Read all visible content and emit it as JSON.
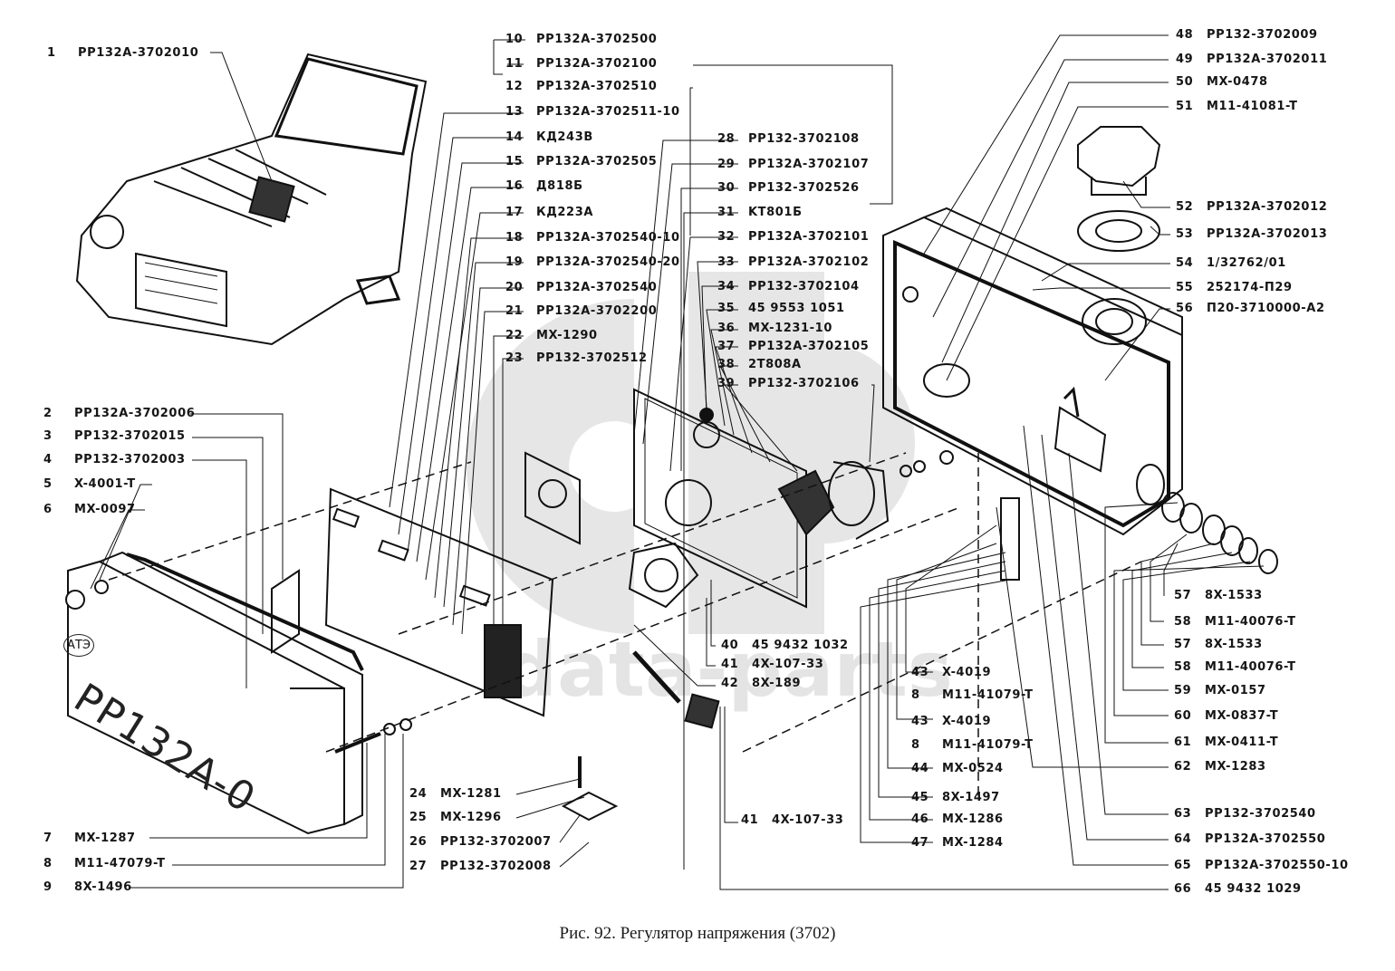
{
  "figure": {
    "caption": "Рис. 92. Регулятор напряжения (3702)",
    "watermark": "data-parts",
    "cover_marking": "PP132A-0",
    "cover_logo": "АТЭ"
  },
  "parts": [
    {
      "id": "p1",
      "num": "1",
      "code": "PP132A-3702010"
    },
    {
      "id": "p2",
      "num": "2",
      "code": "PP132A-3702006"
    },
    {
      "id": "p3",
      "num": "3",
      "code": "PP132-3702015"
    },
    {
      "id": "p4",
      "num": "4",
      "code": "PP132-3702003"
    },
    {
      "id": "p5",
      "num": "5",
      "code": "X-4001-T"
    },
    {
      "id": "p6",
      "num": "6",
      "code": "MX-0097"
    },
    {
      "id": "p7",
      "num": "7",
      "code": "MX-1287"
    },
    {
      "id": "p8",
      "num": "8",
      "code": "M11-47079-T"
    },
    {
      "id": "p9",
      "num": "9",
      "code": "8X-1496"
    },
    {
      "id": "p10",
      "num": "10",
      "code": "PP132A-3702500"
    },
    {
      "id": "p11",
      "num": "11",
      "code": "PP132A-3702100"
    },
    {
      "id": "p12",
      "num": "12",
      "code": "PP132A-3702510"
    },
    {
      "id": "p13",
      "num": "13",
      "code": "PP132A-3702511-10"
    },
    {
      "id": "p14",
      "num": "14",
      "code": "КД243В"
    },
    {
      "id": "p15",
      "num": "15",
      "code": "PP132A-3702505"
    },
    {
      "id": "p16",
      "num": "16",
      "code": "Д818Б"
    },
    {
      "id": "p17",
      "num": "17",
      "code": "КД223А"
    },
    {
      "id": "p18",
      "num": "18",
      "code": "PP132A-3702540-10"
    },
    {
      "id": "p19",
      "num": "19",
      "code": "PP132A-3702540-20"
    },
    {
      "id": "p20",
      "num": "20",
      "code": "PP132A-3702540"
    },
    {
      "id": "p21",
      "num": "21",
      "code": "PP132A-3702200"
    },
    {
      "id": "p22",
      "num": "22",
      "code": "MX-1290"
    },
    {
      "id": "p23",
      "num": "23",
      "code": "PP132-3702512"
    },
    {
      "id": "p24",
      "num": "24",
      "code": "MX-1281"
    },
    {
      "id": "p25",
      "num": "25",
      "code": "MX-1296"
    },
    {
      "id": "p26",
      "num": "26",
      "code": "PP132-3702007"
    },
    {
      "id": "p27",
      "num": "27",
      "code": "PP132-3702008"
    },
    {
      "id": "p28",
      "num": "28",
      "code": "PP132-3702108"
    },
    {
      "id": "p29",
      "num": "29",
      "code": "PP132A-3702107"
    },
    {
      "id": "p30",
      "num": "30",
      "code": "PP132-3702526"
    },
    {
      "id": "p31",
      "num": "31",
      "code": "KT801Б"
    },
    {
      "id": "p32",
      "num": "32",
      "code": "PP132A-3702101"
    },
    {
      "id": "p33",
      "num": "33",
      "code": "PP132A-3702102"
    },
    {
      "id": "p34",
      "num": "34",
      "code": "PP132-3702104"
    },
    {
      "id": "p35",
      "num": "35",
      "code": "45 9553 1051"
    },
    {
      "id": "p36",
      "num": "36",
      "code": "MX-1231-10"
    },
    {
      "id": "p37",
      "num": "37",
      "code": "PP132A-3702105"
    },
    {
      "id": "p38",
      "num": "38",
      "code": "2T808A"
    },
    {
      "id": "p39",
      "num": "39",
      "code": "PP132-3702106"
    },
    {
      "id": "p40",
      "num": "40",
      "code": "45 9432 1032"
    },
    {
      "id": "p41a",
      "num": "41",
      "code": "4X-107-33"
    },
    {
      "id": "p42",
      "num": "42",
      "code": "8X-189"
    },
    {
      "id": "p41b",
      "num": "41",
      "code": "4X-107-33"
    },
    {
      "id": "p43a",
      "num": "43",
      "code": "X-4019"
    },
    {
      "id": "p8a",
      "num": "8",
      "code": "M11-41079-T"
    },
    {
      "id": "p43b",
      "num": "43",
      "code": "X-4019"
    },
    {
      "id": "p8b",
      "num": "8",
      "code": "M11-41079-T"
    },
    {
      "id": "p44",
      "num": "44",
      "code": "MX-0524"
    },
    {
      "id": "p45",
      "num": "45",
      "code": "8X-1497"
    },
    {
      "id": "p46",
      "num": "46",
      "code": "MX-1286"
    },
    {
      "id": "p47",
      "num": "47",
      "code": "MX-1284"
    },
    {
      "id": "p48",
      "num": "48",
      "code": "PP132-3702009"
    },
    {
      "id": "p49",
      "num": "49",
      "code": "PP132A-3702011"
    },
    {
      "id": "p50",
      "num": "50",
      "code": "MX-0478"
    },
    {
      "id": "p51",
      "num": "51",
      "code": "M11-41081-T"
    },
    {
      "id": "p52",
      "num": "52",
      "code": "PP132A-3702012"
    },
    {
      "id": "p53",
      "num": "53",
      "code": "PP132A-3702013"
    },
    {
      "id": "p54",
      "num": "54",
      "code": "1/32762/01"
    },
    {
      "id": "p55",
      "num": "55",
      "code": "252174-П29"
    },
    {
      "id": "p56",
      "num": "56",
      "code": "П20-3710000-A2"
    },
    {
      "id": "p57a",
      "num": "57",
      "code": "8X-1533"
    },
    {
      "id": "p58a",
      "num": "58",
      "code": "M11-40076-T"
    },
    {
      "id": "p57b",
      "num": "57",
      "code": "8X-1533"
    },
    {
      "id": "p58b",
      "num": "58",
      "code": "M11-40076-T"
    },
    {
      "id": "p59",
      "num": "59",
      "code": "MX-0157"
    },
    {
      "id": "p60",
      "num": "60",
      "code": "MX-0837-T"
    },
    {
      "id": "p61",
      "num": "61",
      "code": "MX-0411-T"
    },
    {
      "id": "p62",
      "num": "62",
      "code": "MX-1283"
    },
    {
      "id": "p63",
      "num": "63",
      "code": "PP132-3702540"
    },
    {
      "id": "p64",
      "num": "64",
      "code": "PP132A-3702550"
    },
    {
      "id": "p65",
      "num": "65",
      "code": "PP132A-3702550-10"
    },
    {
      "id": "p66",
      "num": "66",
      "code": "45 9432 1029"
    }
  ]
}
